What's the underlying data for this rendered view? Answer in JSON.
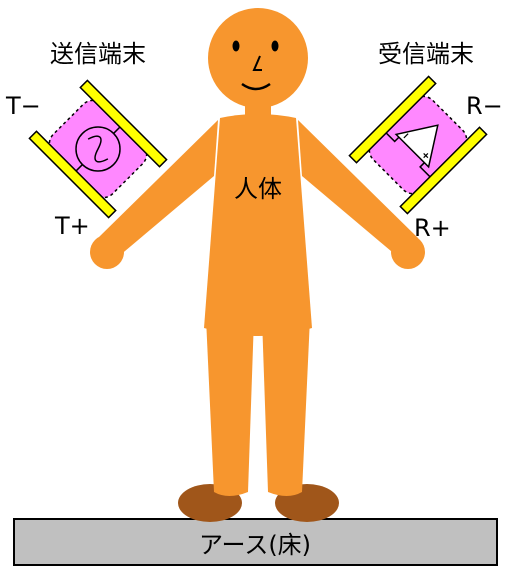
{
  "labels": {
    "transmitter": "送信端末",
    "receiver": "受信端末",
    "t_minus": "T−",
    "t_plus": "T+",
    "r_minus": "R−",
    "r_plus": "R+",
    "human_body": "人体",
    "ground": "アース(床)"
  },
  "colors": {
    "body": "#F7962E",
    "shoes": "#A0561A",
    "electrode": "#FFFF00",
    "device": "#FF88FF",
    "ground": "#C0C0C0"
  }
}
